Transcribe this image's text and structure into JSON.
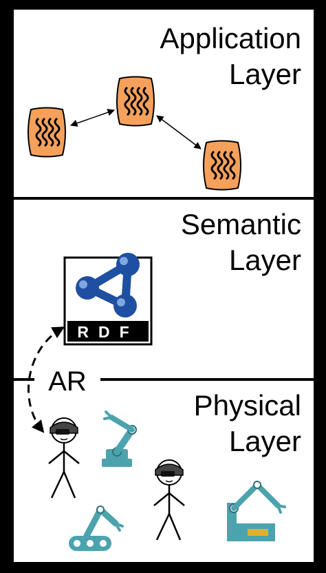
{
  "layers": {
    "application": {
      "title_line1": "Application",
      "title_line2": "Layer"
    },
    "semantic": {
      "title_line1": "Semantic",
      "title_line2": "Layer"
    },
    "physical": {
      "title_line1": "Physical",
      "title_line2": "Layer"
    }
  },
  "rdf_logo": {
    "text": "RDF"
  },
  "ar_label": "AR",
  "colors": {
    "frame": "#000000",
    "node_fill": "#F5A15B",
    "robot": "#4BA3AE",
    "rdf_blue": "#1F4FA0"
  },
  "icons": [
    "storage-node-icon",
    "rdf-logo-icon",
    "person-hololens-icon",
    "robot-arm-icon"
  ]
}
